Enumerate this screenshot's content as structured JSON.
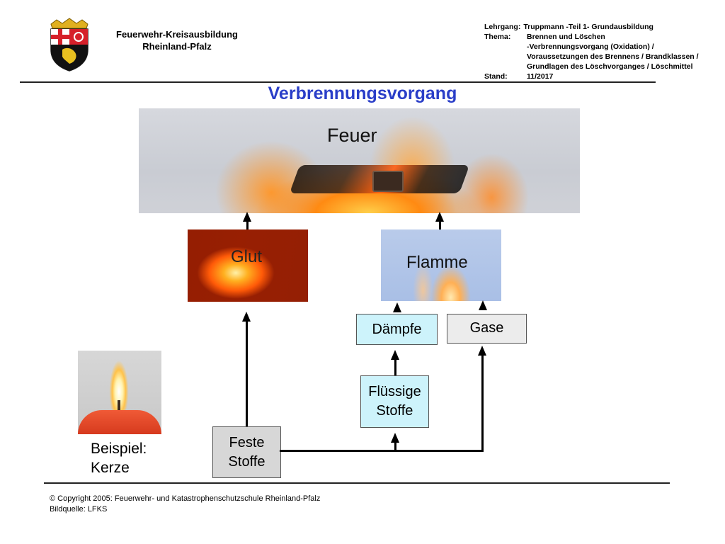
{
  "header": {
    "org_line1": "Feuerwehr-Kreisausbildung",
    "org_line2": "Rheinland-Pfalz",
    "course_key": "Lehrgang:",
    "course_val": "Truppmann  -Teil 1- Grundausbildung",
    "topic_key": "Thema:",
    "topic_val": "Brennen und Löschen",
    "topic_line2": "-Verbrennungsvorgang (Oxidation) /",
    "topic_line3": "Voraussetzungen des Brennens / Brandklassen /",
    "topic_line4": "Grundlagen des Löschvorganges / Löschmittel",
    "status_key": "Stand:",
    "status_val": "11/2017"
  },
  "title": "Verbrennungsvorgang",
  "diagram": {
    "feuer": "Feuer",
    "glut": "Glut",
    "flamme": "Flamme",
    "daempfe": "Dämpfe",
    "gase": "Gase",
    "fluessige_line1": "Flüssige",
    "fluessige_line2": "Stoffe",
    "feste_line1": "Feste",
    "feste_line2": "Stoffe",
    "beispiel_line1": "Beispiel:",
    "beispiel_line2": "Kerze"
  },
  "footer": {
    "copyright": "© Copyright 2005: Feuerwehr- und Katastrophenschutzschule Rheinland-Pfalz",
    "source": "Bildquelle: LFKS"
  },
  "colors": {
    "title": "#2a3ec8",
    "box_blue": "#cdf3fb",
    "box_grey": "#ececec"
  }
}
